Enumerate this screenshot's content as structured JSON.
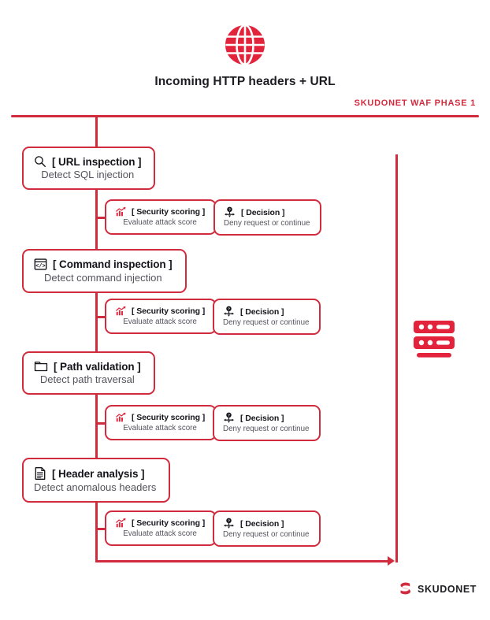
{
  "header": {
    "icon": "globe-icon",
    "title": "Incoming HTTP headers + URL",
    "phase_label": "SKUDONET WAF PHASE 1"
  },
  "colors": {
    "accent_red": "#d12b3e",
    "title_black": "#14141a",
    "subtitle_gray": "#53535c"
  },
  "flow": {
    "stages": [
      {
        "icon": "magnifier-icon",
        "title": "[ URL inspection ]",
        "subtitle": "Detect SQL injection",
        "scoring": {
          "icon": "chart-up-icon",
          "title": "[ Security scoring ]",
          "subtitle": "Evaluate attack score"
        },
        "decision": {
          "icon": "decision-node-icon",
          "title": "[ Decision ]",
          "subtitle": "Deny request or continue"
        }
      },
      {
        "icon": "code-window-icon",
        "title": "[ Command inspection ]",
        "subtitle": "Detect command injection",
        "scoring": {
          "icon": "chart-up-icon",
          "title": "[ Security scoring ]",
          "subtitle": "Evaluate attack score"
        },
        "decision": {
          "icon": "decision-node-icon",
          "title": "[ Decision ]",
          "subtitle": "Deny request or continue"
        }
      },
      {
        "icon": "folder-icon",
        "title": "[ Path validation ]",
        "subtitle": "Detect path traversal",
        "scoring": {
          "icon": "chart-up-icon",
          "title": "[ Security scoring ]",
          "subtitle": "Evaluate attack score"
        },
        "decision": {
          "icon": "decision-node-icon",
          "title": "[ Decision ]",
          "subtitle": "Deny request or continue"
        }
      },
      {
        "icon": "document-lines-icon",
        "title": "[ Header analysis ]",
        "subtitle": "Detect anomalous headers",
        "scoring": {
          "icon": "chart-up-icon",
          "title": "[ Security scoring ]",
          "subtitle": "Evaluate attack score"
        },
        "decision": {
          "icon": "decision-node-icon",
          "title": "[ Decision ]",
          "subtitle": "Deny request or continue"
        }
      }
    ]
  },
  "backend": {
    "icon": "server-rack-icon"
  },
  "footer": {
    "logo_icon": "skudonet-s-mark",
    "brand": "SKUDONET"
  }
}
